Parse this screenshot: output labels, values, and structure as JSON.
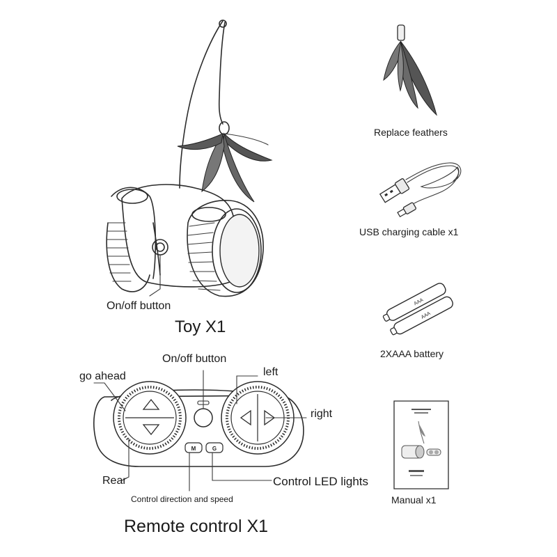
{
  "toy": {
    "onoff_label": "On/off button",
    "title": "Toy X1"
  },
  "accessories": {
    "feathers_label": "Replace feathers",
    "usb_label": "USB charging cable x1",
    "battery_label": "2XAAA battery",
    "battery_text": "AAA",
    "manual_label": "Manual x1"
  },
  "remote": {
    "onoff_label": "On/off button",
    "go_ahead_label": "go ahead",
    "left_label": "left",
    "right_label": "right",
    "rear_label": "Rear",
    "led_label": "Control LED lights",
    "direction_label": "Control direction and speed",
    "btn_m": "M",
    "btn_g": "G",
    "title": "Remote control X1"
  },
  "icons": [
    "toy-robot-icon",
    "feathers-icon",
    "usb-cable-icon",
    "battery-icon",
    "manual-icon",
    "remote-control-icon"
  ]
}
